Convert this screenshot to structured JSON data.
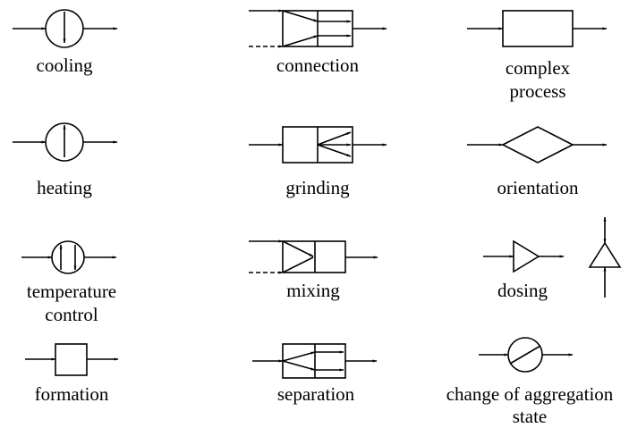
{
  "symbols": [
    {
      "id": "cooling",
      "label": "cooling"
    },
    {
      "id": "connection",
      "label": "connection"
    },
    {
      "id": "complex-process",
      "label": "complex",
      "label2": "process"
    },
    {
      "id": "heating",
      "label": "heating"
    },
    {
      "id": "grinding",
      "label": "grinding"
    },
    {
      "id": "orientation",
      "label": "orientation"
    },
    {
      "id": "temperature-control",
      "label": "temperature",
      "label2": "control"
    },
    {
      "id": "mixing",
      "label": "mixing"
    },
    {
      "id": "dosing",
      "label": "dosing"
    },
    {
      "id": "formation",
      "label": "formation"
    },
    {
      "id": "separation",
      "label": "separation"
    },
    {
      "id": "change-of-aggregation-state",
      "label": "change of aggregation",
      "label2": "state"
    }
  ]
}
